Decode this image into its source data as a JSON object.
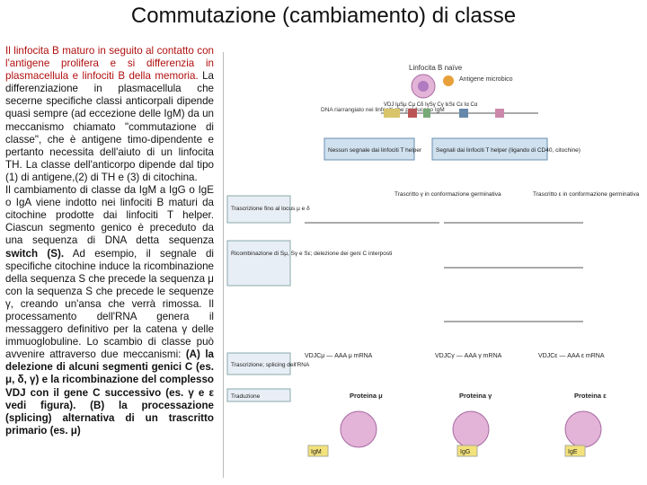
{
  "title": "Commutazione (cambiamento) di classe",
  "text": {
    "p1_red": "Il linfocita B maturo in seguito al contatto con l'antigene prolifera e si differenzia in plasmacellula e linfociti B della memoria.",
    "p1_rest": "La differenziazione in plasmacellula che secerne specifiche classi anticorpali dipende quasi sempre (ad eccezione delle IgM) da un meccanismo chiamato \"commutazione di classe\", che è antigene timo-dipendente e pertanto necessita dell'aiuto di un linfocita TH. La classe dell'anticorpo dipende dal tipo (1) di antigene,(2) di TH e (3) di citochina.",
    "p2_start": "Il cambiamento di classe da IgM a IgG o IgE o IgA viene indotto nei linfociti B maturi da citochine prodotte dai linfociti T helper. Ciascun segmento genico è preceduto da una sequenza di DNA detta sequenza",
    "p2_switch": "switch (S).",
    "p2_mid": "Ad esempio, il segnale di specifiche citochine induce la ricombinazione della sequenza S che precede la sequenza μ con la sequenza S che precede le sequenze γ, creando un'ansa che verrà rimossa. Il processamento dell'RNA genera il messaggero definitivo per la catena γ delle immuoglobuline. Lo scambio di classe può avvenire attraverso due meccanismi:",
    "p2_bold": "(A) la delezione di alcuni segmenti genici C (es. μ, δ, γ) e la ricombinazione del complesso VDJ con il gene C successivo (es. γ e ε vedi figura). (B) la processazione (splicing) alternativa di un trascritto primario (es. μ)"
  },
  "figure": {
    "label_naive": "Linfocita B naïve",
    "label_antigen": "Antigene microbico",
    "label_dna": "DNA riarrangiato nei linfociti che producono IgM",
    "dna_segments": "VDJ IμSμ Cμ Cδ  IγSγ Cγ IεSε Cε  Iα Cα",
    "label_no_signal": "Nessun segnale dai linfociti T helper",
    "label_th_signal": "Segnali dai linfociti T helper (ligando di CD40, citochine)",
    "label_trascr_mu": "Trascrizione fino al locus μ e δ",
    "label_trascr_gamma": "Trascritto γ in conformazione germinativa",
    "label_trascr_eps": "Trascritto ε in conformazione germinativa",
    "label_ricomb": "Ricombinazione di Sμ, Sγ e Sε; delezione dei geni C interposti",
    "label_rna": "Trascrizione; splicing dell'RNA",
    "label_mrna_mu": "VDJCμ — AAA μ mRNA",
    "label_mrna_gamma": "VDJCγ — AAA γ mRNA",
    "label_mrna_eps": "VDJCε — AAA ε mRNA",
    "label_trad": "Traduzione",
    "label_prot_mu": "Proteina μ",
    "label_prot_gamma": "Proteina γ",
    "label_prot_eps": "Proteina ε",
    "label_igm": "IgM",
    "label_igg": "IgG",
    "label_ige": "IgE"
  }
}
